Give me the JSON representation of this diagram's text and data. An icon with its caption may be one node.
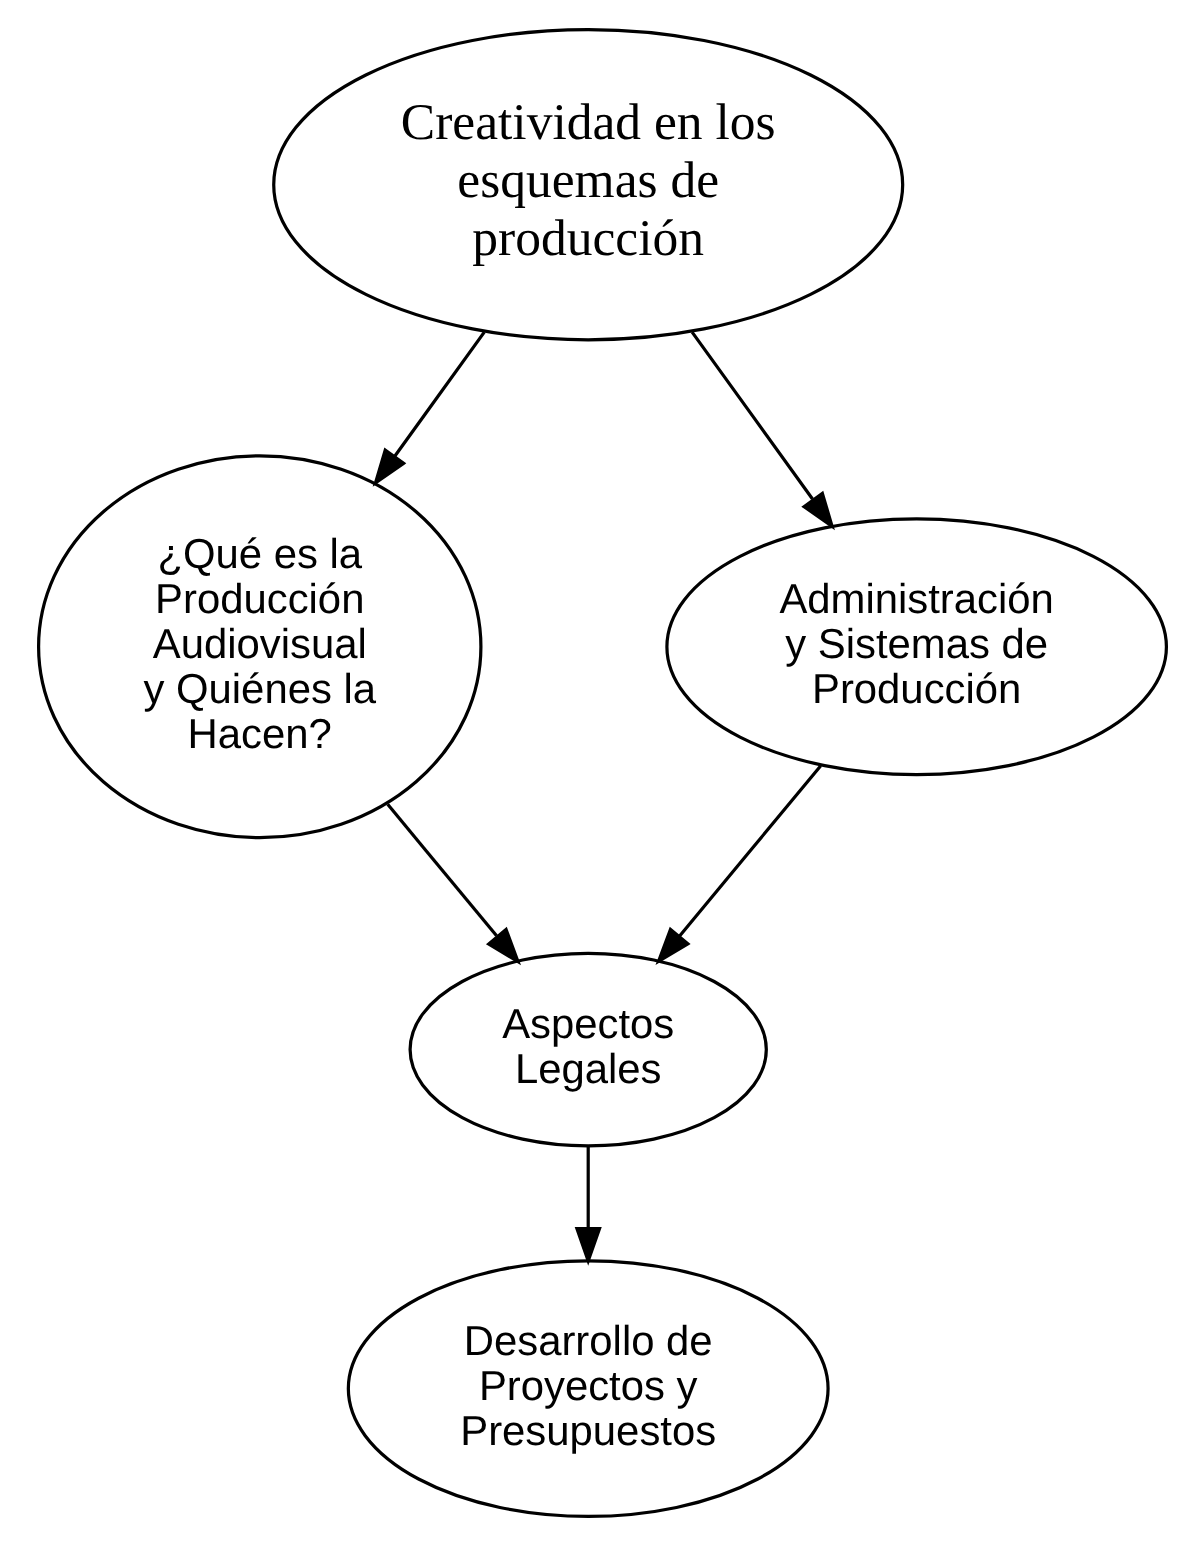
{
  "diagram": {
    "nodes": [
      {
        "text": [
          "Creatividad en los esquemas de producción"
        ]
      },
      {
        "text": [
          "¿Qué es la Producción Audiovisual y Quiénes la Hacen?"
        ]
      },
      {
        "text": [
          "Administración y Sistemas de Producción"
        ]
      },
      {
        "text": [
          "Aspectos Legales"
        ]
      },
      {
        "text": [
          "Desarrollo de Proyectos y Presupuestos"
        ]
      }
    ],
    "edges": [
      {
        "from": 0,
        "to": 1,
        "arrow": "to"
      },
      {
        "from": 0,
        "to": 2,
        "arrow": "to"
      },
      {
        "from": 1,
        "to": 3,
        "arrow": "to"
      },
      {
        "from": 2,
        "to": 3,
        "arrow": "to"
      },
      {
        "from": 3,
        "to": 4,
        "arrow": "to"
      }
    ]
  }
}
